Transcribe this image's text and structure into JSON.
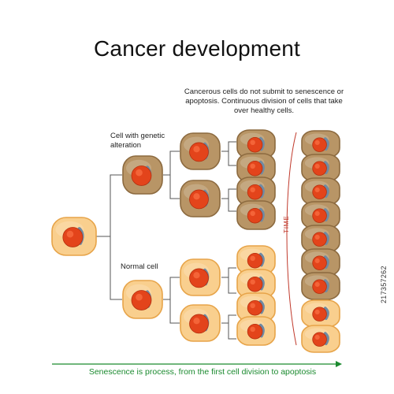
{
  "title": "Cancer development",
  "captions": {
    "cancer_note": "Cancerous cells do not submit to senescence or apoptosis. Continuous division of cells that take over healthy cells.",
    "genetic_alteration": "Cell with genetic alteration",
    "normal_cell": "Normal cell",
    "time": "TIME",
    "senescence": "Senescence is process, from the first cell division to apoptosis"
  },
  "watermark_id": "217357262",
  "colors": {
    "healthy_cell": "#f9cf8e",
    "healthy_border": "#e7a449",
    "cancer_cell": "#b89566",
    "cancer_border": "#8c6a3f",
    "nucleus": "#e3441b",
    "organelle": "#6f8aa3",
    "timeline_arrow": "#1b8a2f",
    "time_curve": "#c0392b"
  }
}
